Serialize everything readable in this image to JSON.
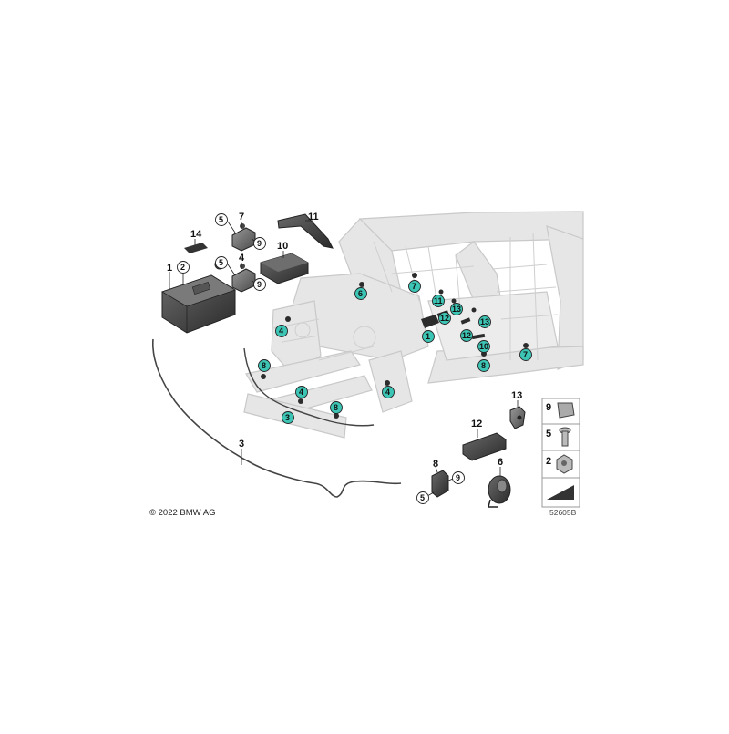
{
  "footer": {
    "copyright": "© 2022 BMW AG",
    "diagram_number": "52605B"
  },
  "callouts": {
    "c1": "1",
    "c2": "2",
    "c3": "3",
    "c4": "4",
    "c5": "5",
    "c6": "6",
    "c7": "7",
    "c8": "8",
    "c9": "9",
    "c10": "10",
    "c11": "11",
    "c12": "12",
    "c13": "13",
    "c14": "14"
  },
  "car_markers": {
    "m6": "6",
    "m7a": "7",
    "m11": "11",
    "m13a": "13",
    "m12a": "12",
    "m4a": "4",
    "m8a": "8",
    "m1": "1",
    "m12b": "12",
    "m13b": "13",
    "m10": "10",
    "m8b": "8",
    "m7b": "7",
    "m4b": "4",
    "m3": "3",
    "m8c": "8",
    "m4c": "4"
  },
  "legend": {
    "row1": "9",
    "row2": "5",
    "row3": "2"
  },
  "colors": {
    "marker_fill": "#3cc4b4",
    "part_dark": "#3a3a3a",
    "body_frame": "#d8d8d8"
  }
}
